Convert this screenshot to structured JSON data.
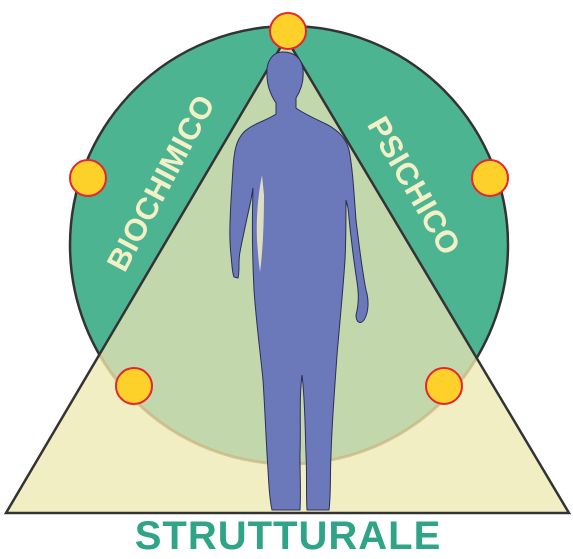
{
  "labels": {
    "left": "BIOCHIMICO",
    "right": "PSICHICO",
    "bottom": "STRUTTURALE"
  },
  "colors": {
    "circle_green": "#4db492",
    "triangle_fill": "#f1eec3",
    "overlap": "#c3d7ac",
    "inner_halo": "#b9cfa2",
    "figure": "#6b78ba",
    "dot_fill": "#fdd02a",
    "dot_stroke": "#e3262f",
    "label_light": "#f3f0c7",
    "label_bottom": "#2fa487",
    "outline": "#333333"
  },
  "icons": {
    "figure": "human-silhouette-icon",
    "dot": "circle-dot-icon"
  }
}
